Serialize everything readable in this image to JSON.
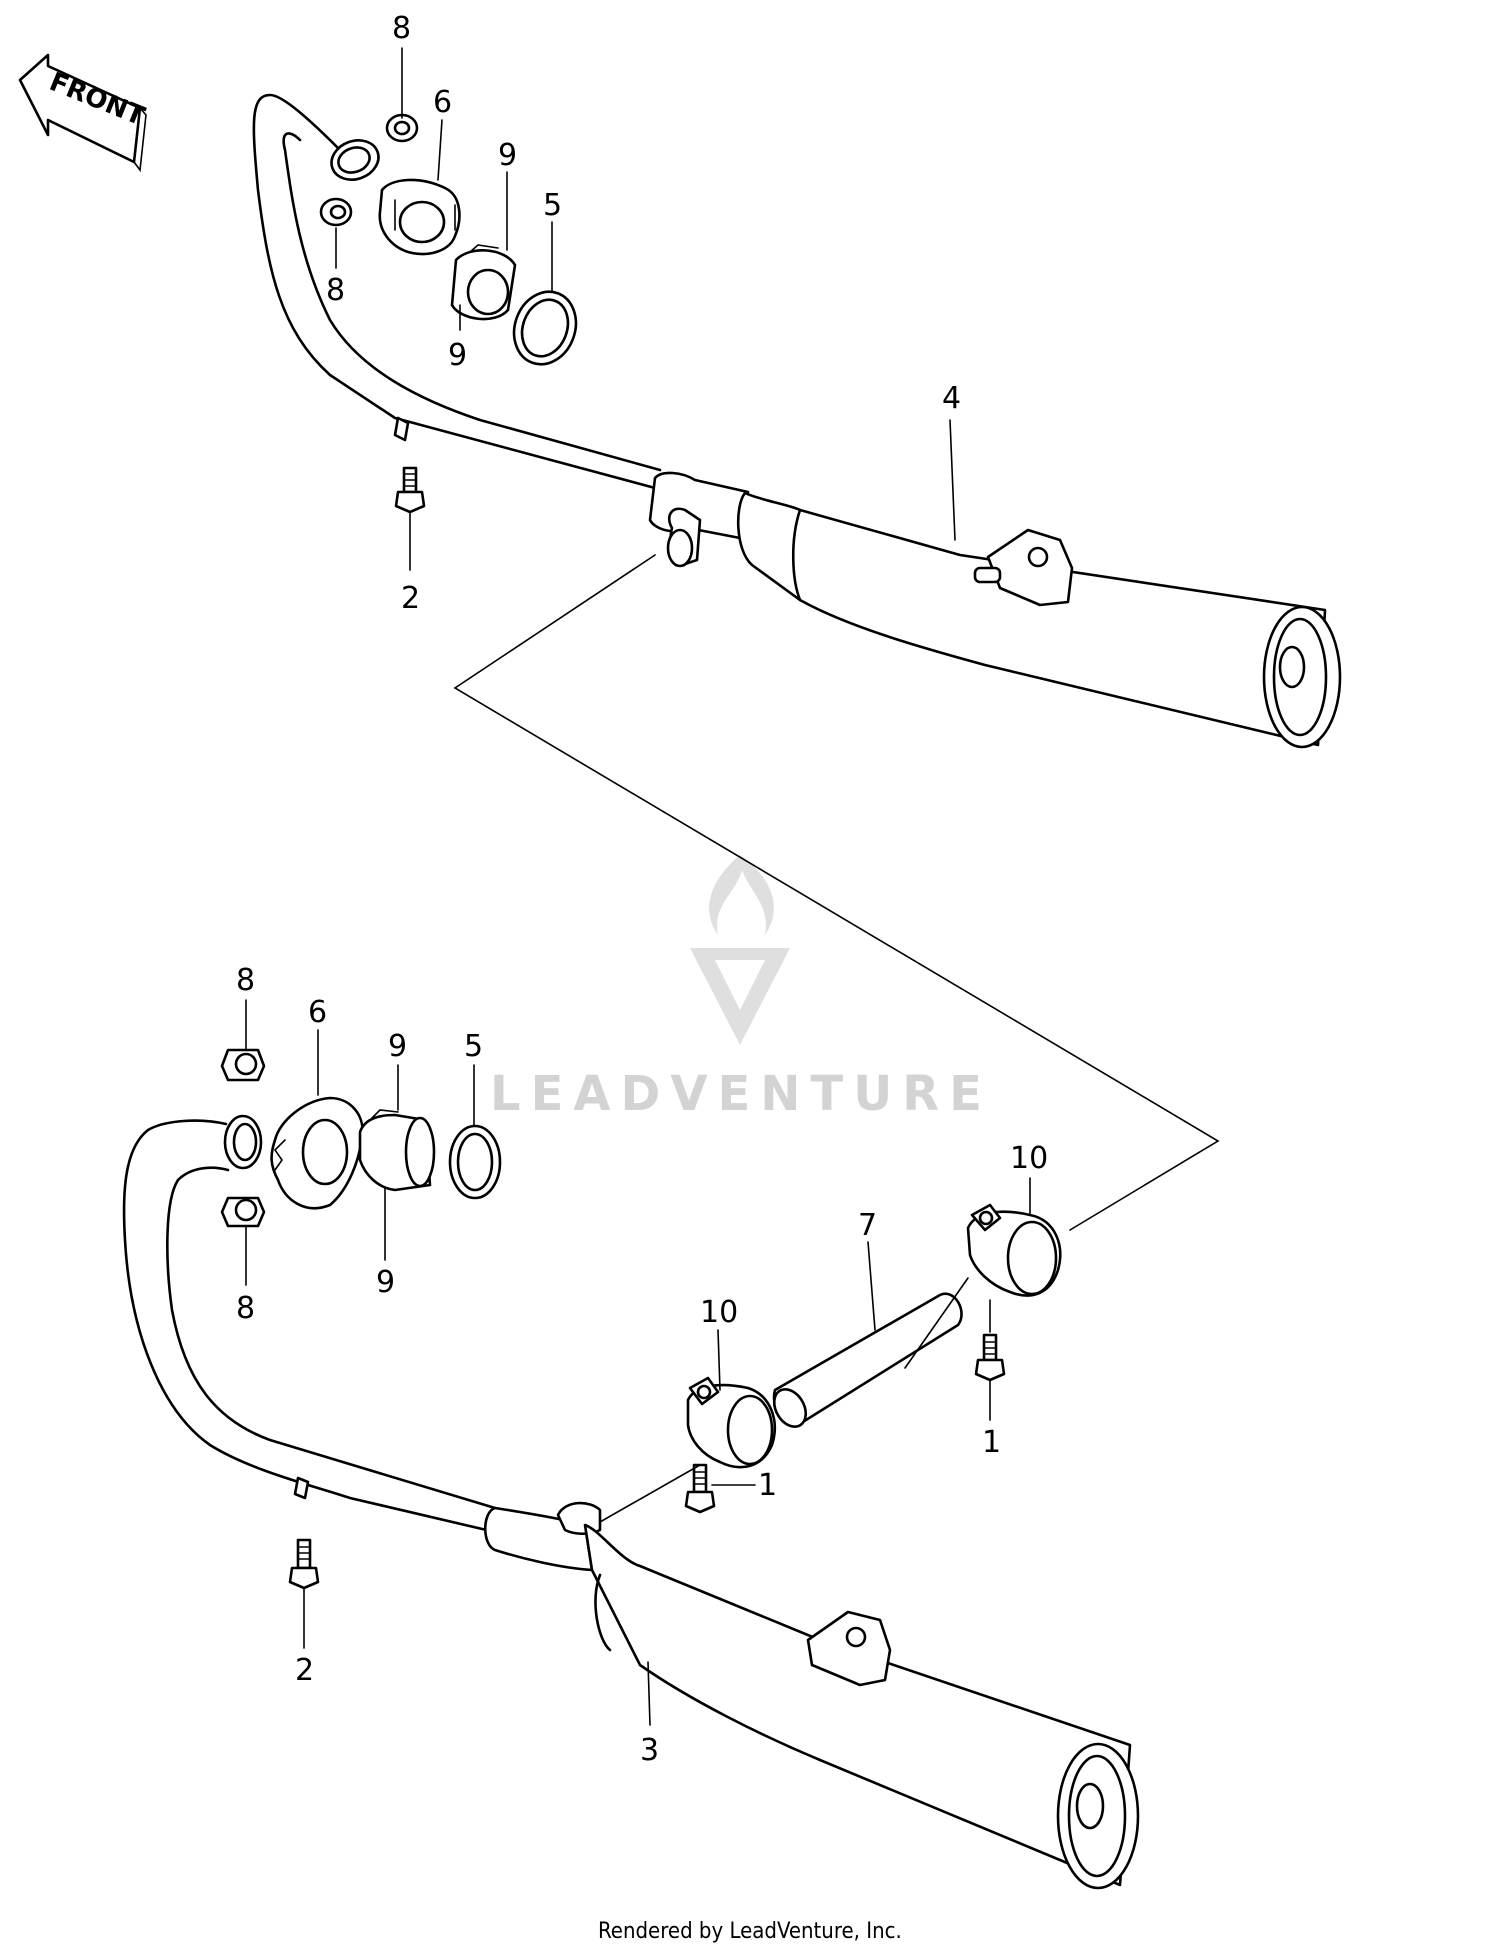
{
  "front_indicator": {
    "label": "FRONT"
  },
  "watermark": {
    "text": "LEADVENTURE"
  },
  "footer": {
    "text": "Rendered by LeadVenture, Inc."
  },
  "callouts": {
    "upper": {
      "c8a": "8",
      "c6": "6",
      "c9a": "9",
      "c5": "5",
      "c8b": "8",
      "c9b": "9",
      "c4": "4",
      "c2": "2"
    },
    "lower": {
      "c8a": "8",
      "c6": "6",
      "c9a": "9",
      "c5": "5",
      "c8b": "8",
      "c9b": "9",
      "c10a": "10",
      "c7": "7",
      "c10b": "10",
      "c1a": "1",
      "c1b": "1",
      "c2": "2",
      "c3": "3"
    }
  }
}
